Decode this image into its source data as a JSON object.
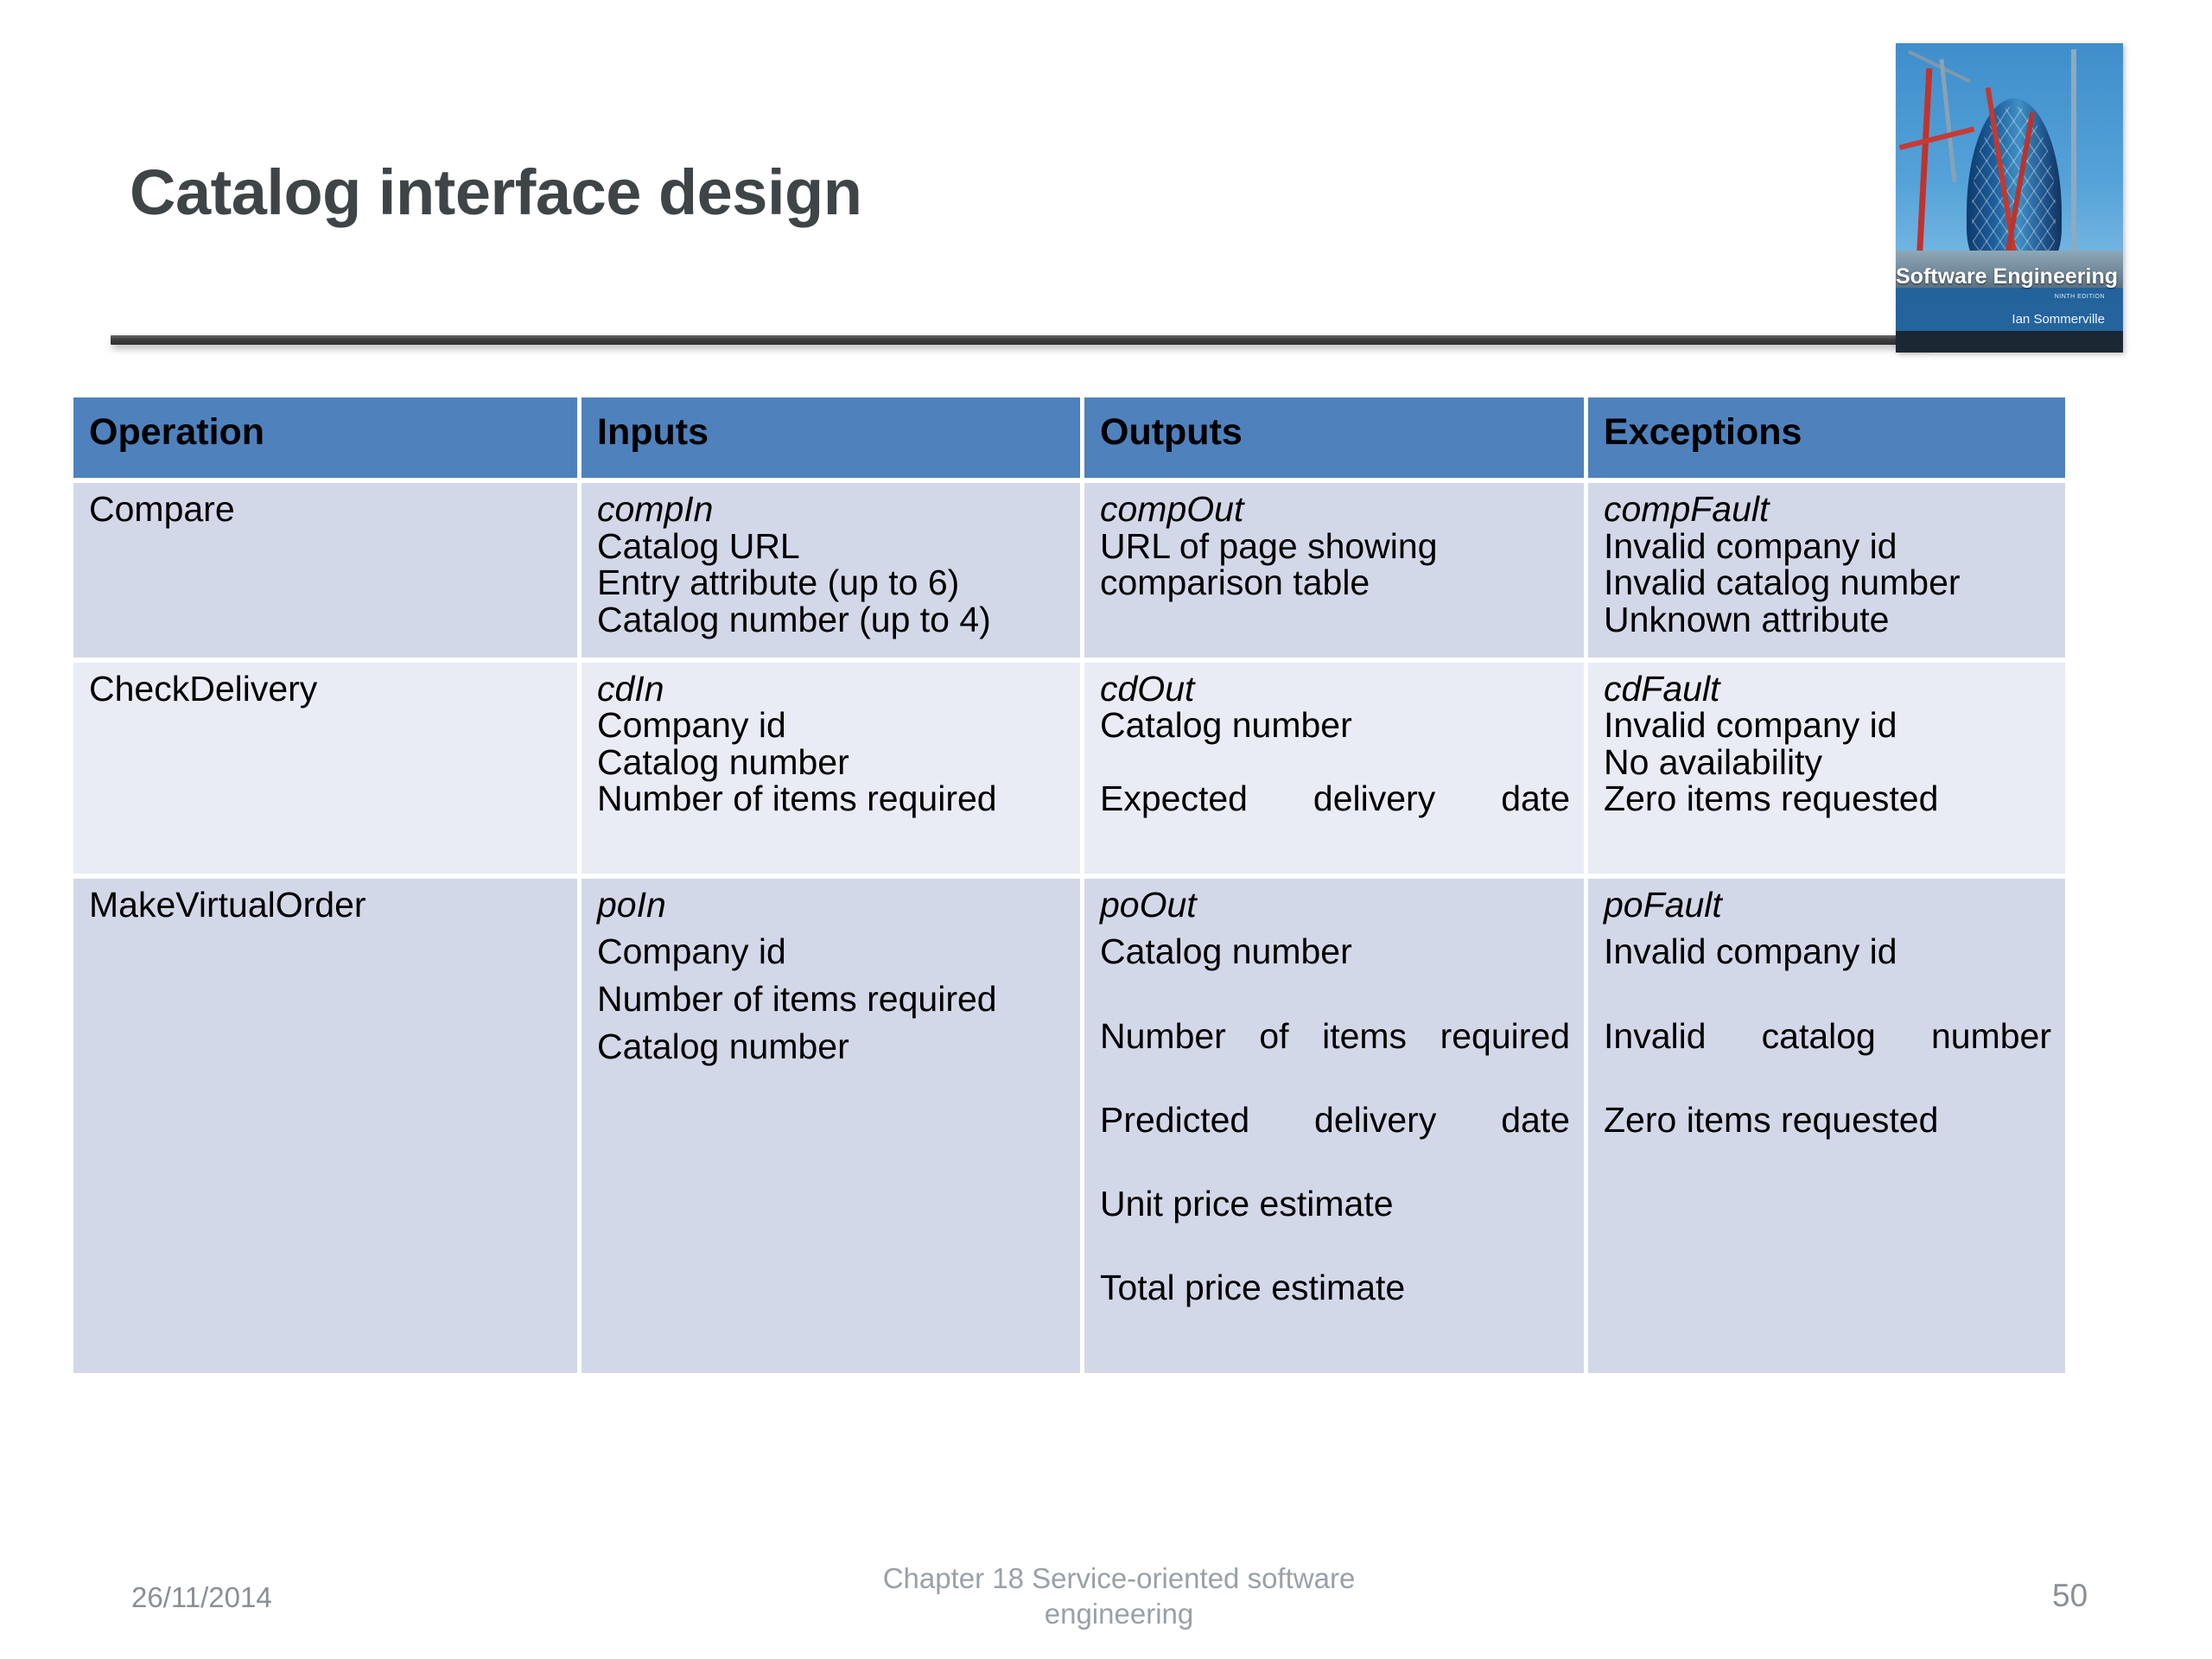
{
  "slide": {
    "title": "Catalog interface design",
    "logo": {
      "icon": "book-cover-image",
      "book_title": "Software Engineering",
      "edition": "NINTH EDITION",
      "author": "Ian Sommerville"
    },
    "footer": {
      "date": "26/11/2014",
      "center_line1": "Chapter 18 Service-oriented software",
      "center_line2": "engineering",
      "slide_number": "50"
    },
    "colors": {
      "header_blue": "#4F81BD",
      "row_dark": "#D3D8E8",
      "row_light": "#E9ECF5",
      "title_gray": "#3F4447",
      "footer_gray": "#9AA0A8"
    }
  },
  "table": {
    "headers": [
      "Operation",
      "Inputs",
      "Outputs",
      "Exceptions"
    ],
    "rows": [
      {
        "operation": "Compare",
        "inputs_name": "compIn",
        "inputs_lines": [
          "Catalog URL",
          "Entry attribute (up to 6)",
          "Catalog number (up to 4)"
        ],
        "outputs_name": "compOut",
        "outputs_lines": [
          "URL of page showing comparison table"
        ],
        "exceptions_name": "compFault",
        "exceptions_lines": [
          "Invalid company id",
          "Invalid catalog number",
          "Unknown attribute"
        ]
      },
      {
        "operation": "CheckDelivery",
        "inputs_name": "cdIn",
        "inputs_lines": [
          "Company id",
          "Catalog number",
          "Number of items required"
        ],
        "outputs_name": "cdOut",
        "outputs_lines": [
          "Catalog number",
          "Expected delivery date"
        ],
        "exceptions_name": "cdFault",
        "exceptions_lines": [
          "Invalid company id",
          "No availability",
          "Zero items requested"
        ]
      },
      {
        "operation": "MakeVirtualOrder",
        "inputs_name": "poIn",
        "inputs_lines": [
          "Company id",
          "Number of items required",
          "Catalog number"
        ],
        "outputs_name": "poOut",
        "outputs_lines": [
          "Catalog number",
          "Number of items required",
          "Predicted delivery date",
          "Unit price estimate",
          "Total price estimate"
        ],
        "exceptions_name": "poFault",
        "exceptions_lines": [
          "Invalid company id",
          "Invalid catalog number",
          "Zero items requested"
        ]
      }
    ]
  }
}
